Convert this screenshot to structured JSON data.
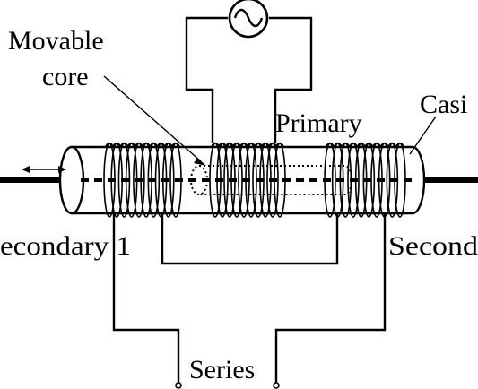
{
  "labels": {
    "movable_core_line1": "Movable",
    "movable_core_line2": "core",
    "primary": "Primary",
    "casing": "Casi",
    "secondary_1": "econdary 1",
    "secondary_2": "Second",
    "series": "Series"
  },
  "icons": {
    "ac_source": "ac-source-icon",
    "double_arrow": "double-arrow-icon"
  },
  "colors": {
    "ink": "#000000",
    "background": "#ffffff"
  }
}
